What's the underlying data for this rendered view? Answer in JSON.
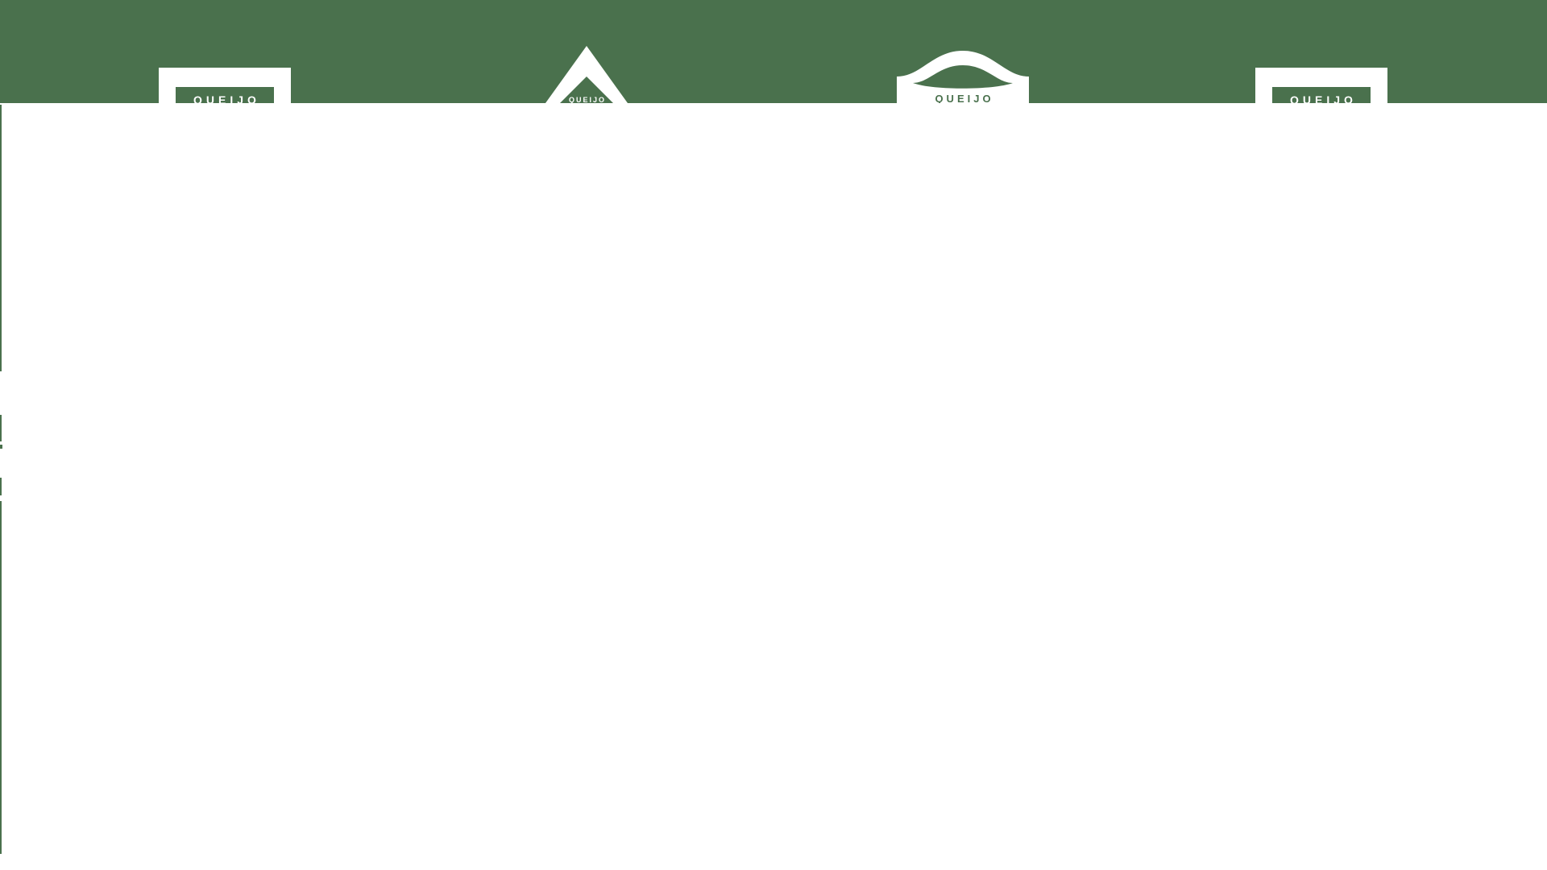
{
  "theme": {
    "green": "#4A714D",
    "white": "#FFFFFF"
  },
  "header": {
    "shapes": [
      {
        "type": "rect-label",
        "label": "QUEIJO"
      },
      {
        "type": "triangle-label",
        "label": "QUEIJO"
      },
      {
        "type": "arch-label",
        "label": "QUEIJO"
      },
      {
        "type": "rect-label",
        "label": "QUEIJO"
      }
    ]
  },
  "page": {
    "background": "#FFFFFF",
    "left_edge_fragment_count": 5
  }
}
